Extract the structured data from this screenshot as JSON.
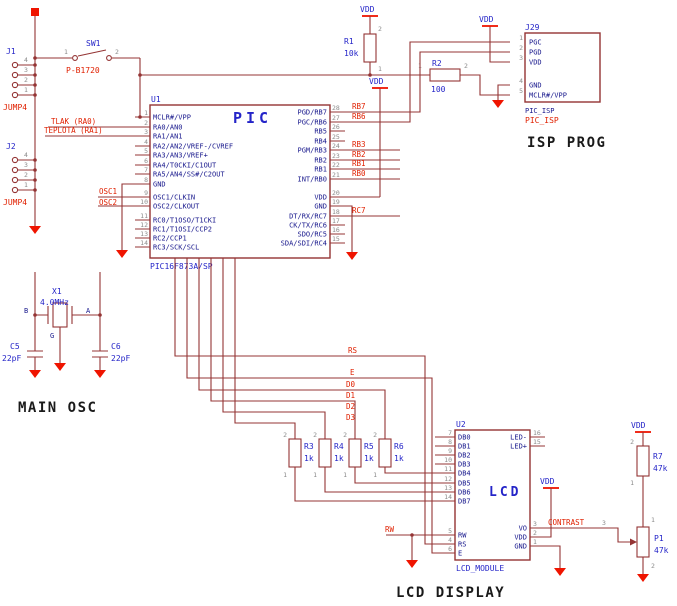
{
  "colors": {
    "wire": "#943434",
    "sym-red": "#ef1400",
    "net-red": "#e02000",
    "label-blue": "#2424c8",
    "pin-navy": "#17178c",
    "pin-gray": "#8a8a8a",
    "title-ink": "#1a1a1a",
    "bg": "#ffffff"
  },
  "titles": {
    "main_osc": "MAIN OSC",
    "isp_prog": "ISP PROG",
    "lcd_display": "LCD DISPLAY"
  },
  "power": {
    "vdd": "VDD"
  },
  "connectors": {
    "j1": {
      "designator": "J1",
      "value": "JUMP4",
      "pins": [
        "4",
        "3",
        "2",
        "1"
      ]
    },
    "j2": {
      "designator": "J2",
      "value": "JUMP4",
      "pins": [
        "4",
        "3",
        "2",
        "1"
      ]
    },
    "j29": {
      "designator": "J29",
      "package_label": "PIC_ISP",
      "value_label": "PIC_ISP",
      "pins": [
        {
          "num": "1",
          "label": "PGC"
        },
        {
          "num": "2",
          "label": "PGD"
        },
        {
          "num": "3",
          "label": "VDD"
        },
        {
          "num": "4",
          "label": "GND"
        },
        {
          "num": "5",
          "label": "MCLR#/VPP"
        }
      ]
    }
  },
  "switch_sw1": {
    "designator": "SW1",
    "value": "P-B1720",
    "pin_left": "1",
    "pin_right": "2"
  },
  "resistors": {
    "r1": {
      "designator": "R1",
      "value": "10k",
      "pin_a": "2",
      "pin_b": "1"
    },
    "r2": {
      "designator": "R2",
      "value": "100",
      "pin_a": "1",
      "pin_b": "2"
    },
    "r3": {
      "designator": "R3",
      "value": "1k",
      "pin_a": "2",
      "pin_b": "1"
    },
    "r4": {
      "designator": "R4",
      "value": "1k",
      "pin_a": "2",
      "pin_b": "1"
    },
    "r5": {
      "designator": "R5",
      "value": "1k",
      "pin_a": "2",
      "pin_b": "1"
    },
    "r6": {
      "designator": "R6",
      "value": "1k",
      "pin_a": "2",
      "pin_b": "1"
    },
    "r7": {
      "designator": "R7",
      "value": "47k",
      "pin_a": "2",
      "pin_b": "1"
    }
  },
  "potentiometer": {
    "designator": "P1",
    "value": "47k",
    "pin_top": "1",
    "pin_bottom": "2",
    "pin_wiper": "3"
  },
  "crystal": {
    "designator": "X1",
    "value": "4.0MHz",
    "pin_b": "B",
    "pin_a": "A",
    "pin_g": "G"
  },
  "capacitors": {
    "c5": {
      "designator": "C5",
      "value": "22pF"
    },
    "c6": {
      "designator": "C6",
      "value": "22pF"
    }
  },
  "u1": {
    "designator": "U1",
    "device_title": "PIC",
    "part_number": "PIC16F873A/SP",
    "left_pins": [
      {
        "num": "1",
        "label": "MCLR#/VPP"
      },
      {
        "num": "2",
        "label": "RA0/AN0"
      },
      {
        "num": "3",
        "label": "RA1/AN1"
      },
      {
        "num": "4",
        "label": "RA2/AN2/VREF-/CVREF"
      },
      {
        "num": "5",
        "label": "RA3/AN3/VREF+"
      },
      {
        "num": "6",
        "label": "RA4/T0CKI/C1OUT"
      },
      {
        "num": "7",
        "label": "RA5/AN4/SS#/C2OUT"
      },
      {
        "num": "8",
        "label": "GND"
      },
      {
        "num": "9",
        "label": "OSC1/CLKIN"
      },
      {
        "num": "10",
        "label": "OSC2/CLKOUT"
      },
      {
        "num": "11",
        "label": "RC0/T1OSO/T1CKI"
      },
      {
        "num": "12",
        "label": "RC1/T1OSI/CCP2"
      },
      {
        "num": "13",
        "label": "RC2/CCP1"
      },
      {
        "num": "14",
        "label": "RC3/SCK/SCL"
      }
    ],
    "right_pins": [
      {
        "num": "28",
        "label": "PGD/RB7"
      },
      {
        "num": "27",
        "label": "PGC/RB6"
      },
      {
        "num": "26",
        "label": "RB5"
      },
      {
        "num": "25",
        "label": "RB4"
      },
      {
        "num": "24",
        "label": "PGM/RB3"
      },
      {
        "num": "23",
        "label": "RB2"
      },
      {
        "num": "22",
        "label": "RB1"
      },
      {
        "num": "21",
        "label": "INT/RB0"
      },
      {
        "num": "20",
        "label": "VDD"
      },
      {
        "num": "19",
        "label": "GND"
      },
      {
        "num": "18",
        "label": "DT/RX/RC7"
      },
      {
        "num": "17",
        "label": "CK/TX/RC6"
      },
      {
        "num": "16",
        "label": "SDO/RC5"
      },
      {
        "num": "15",
        "label": "SDA/SDI/RC4"
      }
    ]
  },
  "u2": {
    "designator": "U2",
    "device_title": "LCD",
    "part_number": "LCD_MODULE",
    "data_pins": [
      {
        "num": "7",
        "label": "DB0"
      },
      {
        "num": "8",
        "label": "DB1"
      },
      {
        "num": "9",
        "label": "DB2"
      },
      {
        "num": "10",
        "label": "DB3"
      },
      {
        "num": "11",
        "label": "DB4"
      },
      {
        "num": "12",
        "label": "DB5"
      },
      {
        "num": "13",
        "label": "DB6"
      },
      {
        "num": "14",
        "label": "DB7"
      }
    ],
    "ctrl_pins": [
      {
        "num": "5",
        "label": "RW"
      },
      {
        "num": "4",
        "label": "RS"
      },
      {
        "num": "6",
        "label": "E"
      }
    ],
    "led_pins": [
      {
        "num": "16",
        "label": "LED-"
      },
      {
        "num": "15",
        "label": "LED+"
      }
    ],
    "power_pins": [
      {
        "num": "3",
        "label": "VO"
      },
      {
        "num": "2",
        "label": "VDD"
      },
      {
        "num": "1",
        "label": "GND"
      }
    ]
  },
  "nets": {
    "tlak": "TLAK (RA0)",
    "teplota": "TEPLOTA (RA1)",
    "osc1": "OSC1",
    "osc2": "OSC2",
    "rb7": "RB7",
    "rb6": "RB6",
    "rb3": "RB3",
    "rb2": "RB2",
    "rb1": "RB1",
    "rb0": "RB0",
    "rc7": "RC7",
    "rs": "RS",
    "e": "E",
    "d0": "D0",
    "d1": "D1",
    "d2": "D2",
    "d3": "D3",
    "rw": "RW",
    "contrast": "CONTRAST"
  }
}
